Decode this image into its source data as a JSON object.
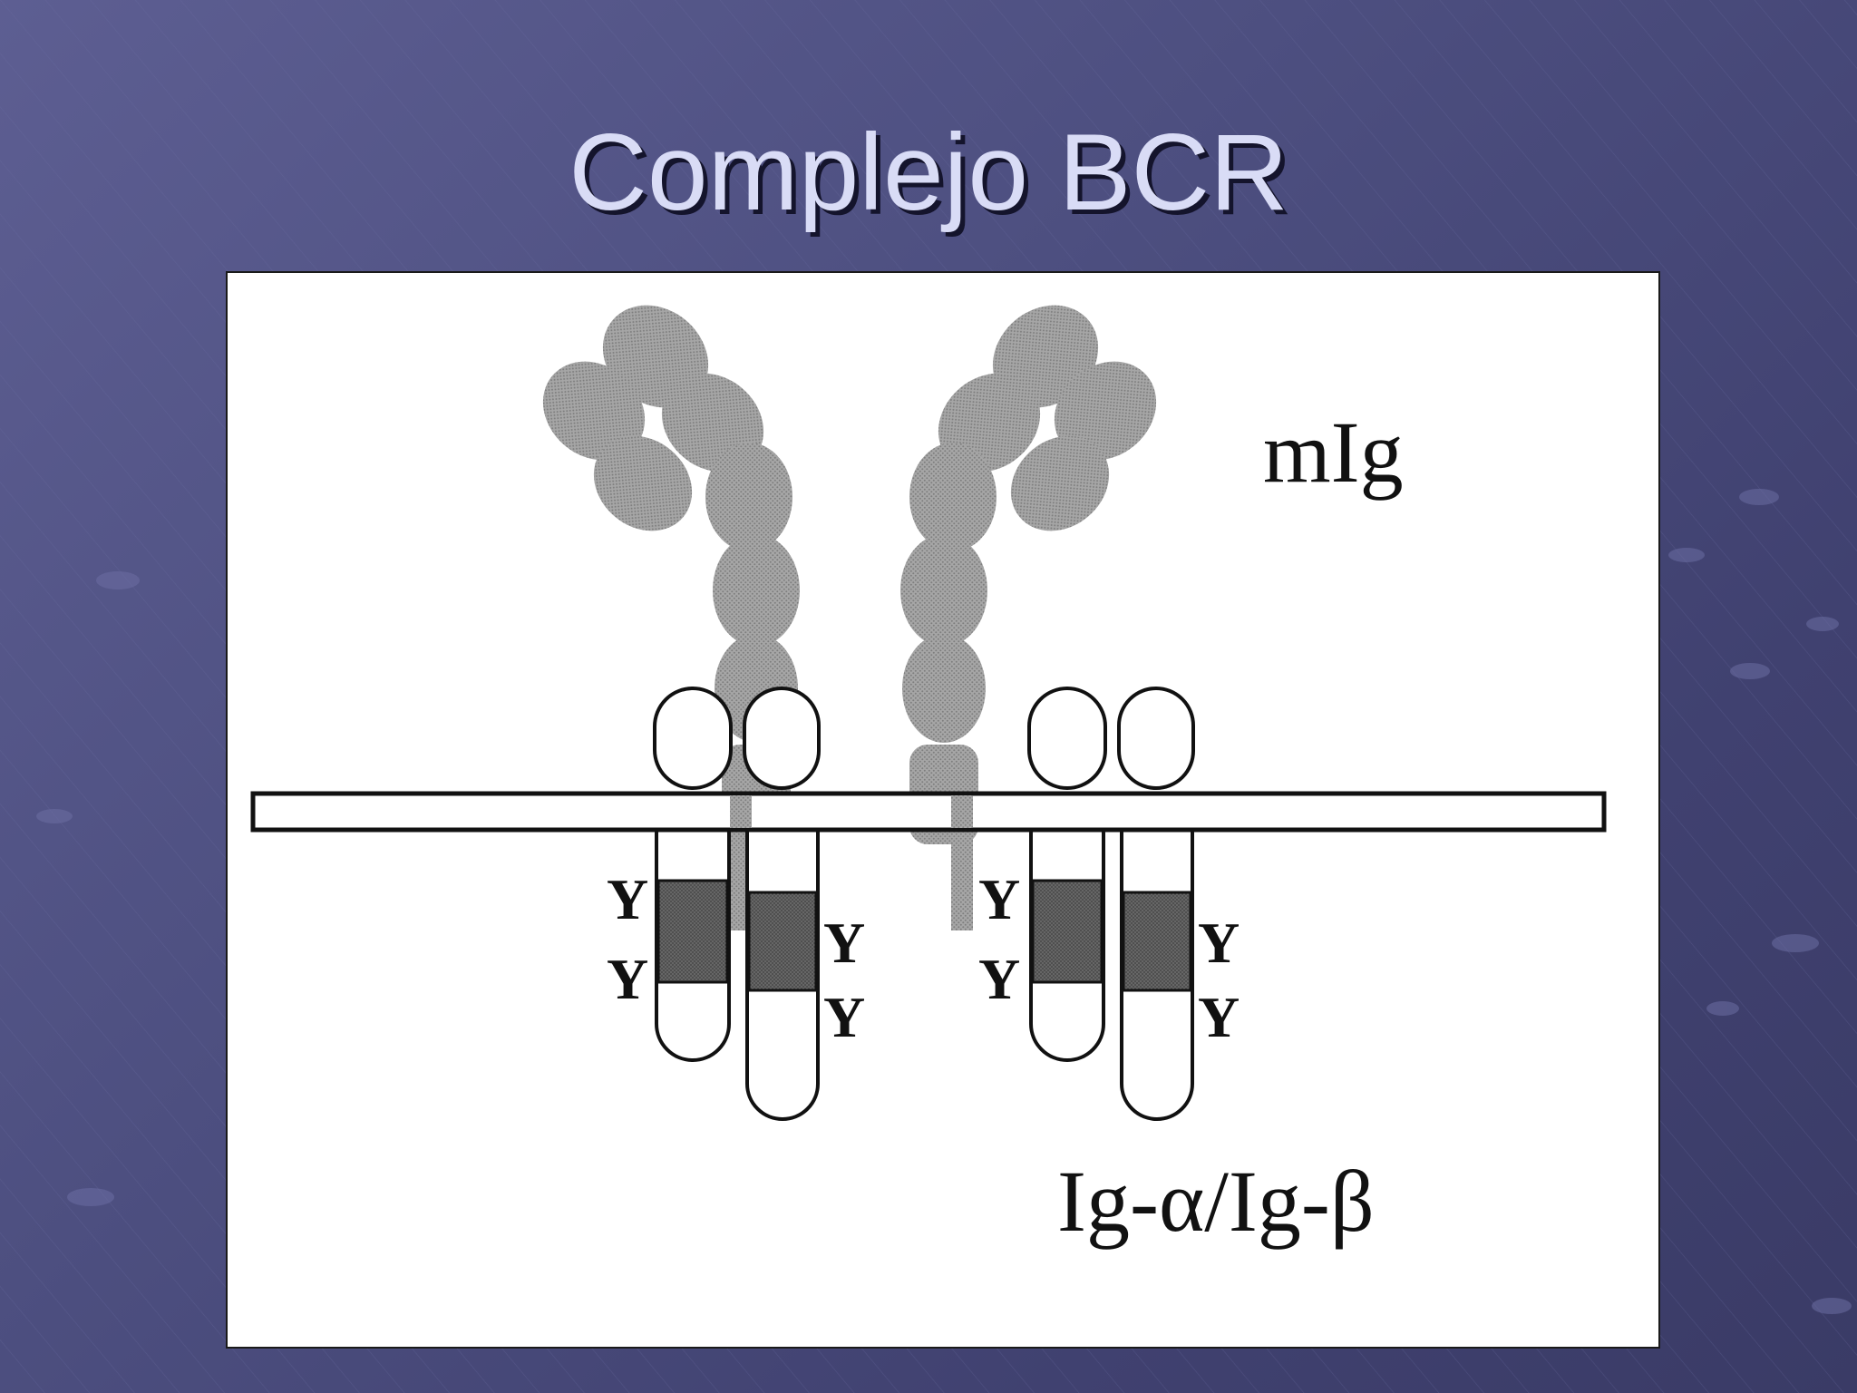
{
  "slide": {
    "title": "Complejo BCR"
  },
  "diagram": {
    "mIg_label": "mIg",
    "ig_alpha_beta_label": "Ig-α/Ig-β",
    "tyrosine_symbol": "Y"
  },
  "colors": {
    "background": "#4d4f80",
    "title_text": "#d9dcf6",
    "title_shadow": "#14142c",
    "panel": "#ffffff",
    "mIg_domains": "#a3a3a3",
    "itam_block": "#5e5e5e",
    "outline": "#111111"
  }
}
